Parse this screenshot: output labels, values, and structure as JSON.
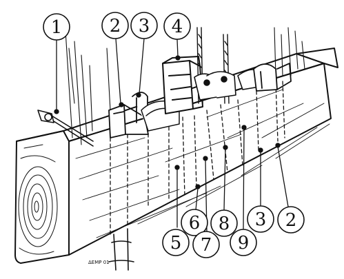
{
  "callouts_top": [
    "1",
    "2",
    "3",
    "4"
  ],
  "callouts_bottom": [
    "5",
    "6",
    "7",
    "8",
    "9",
    "3",
    "2"
  ],
  "signature": "ΔΕΜΡ 01",
  "colors": {
    "ink": "#111111",
    "paper": "#ffffff"
  }
}
